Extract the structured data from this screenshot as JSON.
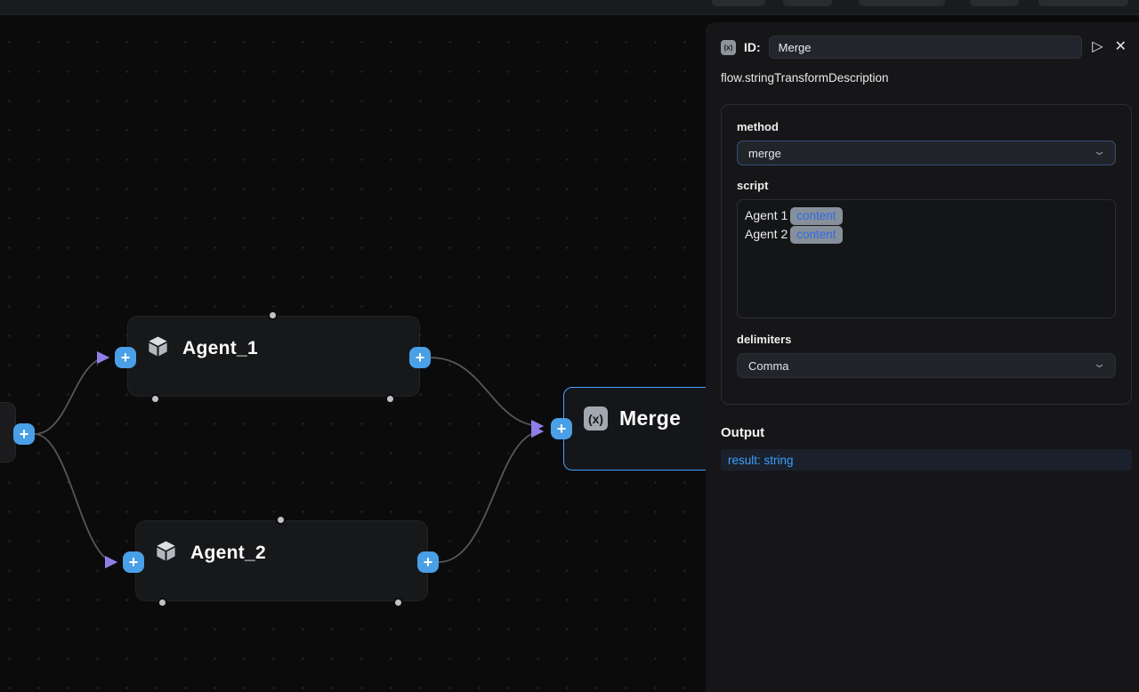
{
  "panel": {
    "fx_icon": "(x)",
    "id_label": "ID:",
    "id_value": "Merge",
    "run_icon": "▷",
    "close_icon": "✕",
    "description": "flow.stringTransformDescription",
    "fields": {
      "method": {
        "label": "method",
        "value": "merge"
      },
      "script": {
        "label": "script",
        "lines": [
          {
            "prefix": "Agent 1",
            "chip": "content"
          },
          {
            "prefix": "Agent 2",
            "chip": "content"
          }
        ]
      },
      "delimiters": {
        "label": "delimiters",
        "value": "Comma"
      }
    },
    "output": {
      "heading": "Output",
      "result": "result: string"
    }
  },
  "canvas": {
    "plus_label": "+",
    "nodes": [
      {
        "title": "Agent_1",
        "icon": "cube"
      },
      {
        "title": "Agent_2",
        "icon": "cube"
      },
      {
        "title": "Merge",
        "icon": "fx",
        "icon_glyph": "(x)",
        "selected": true
      }
    ]
  },
  "colors": {
    "handle_blue": "#4aa0e6",
    "selection_blue": "#4a9eff",
    "edge_grey": "#56565e",
    "arrow_violet": "#8f7ee8",
    "chip_text_blue": "#2e6be6",
    "result_text_blue": "#3e9eff",
    "canvas_bg": "#0b0b0c",
    "panel_bg": "#161618"
  }
}
